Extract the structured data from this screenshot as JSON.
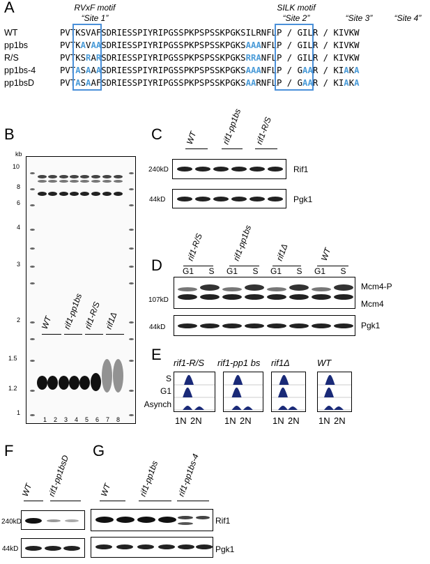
{
  "panels": {
    "A": "A",
    "B": "B",
    "C": "C",
    "D": "D",
    "E": "E",
    "F": "F",
    "G": "G"
  },
  "panelA": {
    "site1_motif": "RVxF motif",
    "site1_name": "“Site 1”",
    "site2_motif": "SILK motif",
    "site2_name": "“Site 2”",
    "site3_name": "“Site 3”",
    "site4_name": "“Site 4”",
    "rows": [
      {
        "name": "WT",
        "p1": "PVT",
        "s1": [
          [
            "K",
            0
          ],
          [
            "S",
            0
          ],
          [
            "V",
            0
          ],
          [
            "A",
            0
          ],
          [
            "F",
            0
          ],
          [
            "S",
            0
          ]
        ],
        "mid": "DRIESSPIYRIPGSSPKPSPSSKPGK",
        "s2": [
          [
            "S",
            0
          ],
          [
            "I",
            0
          ],
          [
            "L",
            0
          ],
          [
            "R",
            0
          ],
          [
            "N",
            0
          ],
          [
            "F",
            0
          ]
        ],
        "tail": "LP",
        "s3": [
          [
            "G",
            0
          ],
          [
            "I",
            0
          ],
          [
            "L",
            0
          ],
          [
            "R",
            0
          ]
        ],
        "s4": [
          [
            "K",
            0
          ],
          [
            "I",
            0
          ],
          [
            "V",
            0
          ],
          [
            "K",
            0
          ],
          [
            "W",
            0
          ]
        ]
      },
      {
        "name": "pp1bs",
        "p1": "PVT",
        "s1": [
          [
            "K",
            0
          ],
          [
            "A",
            1
          ],
          [
            "V",
            0
          ],
          [
            "A",
            1
          ],
          [
            "A",
            1
          ],
          [
            "S",
            0
          ]
        ],
        "mid": "DRIESSPIYRIPGSSPKPSPSSKPGK",
        "s2": [
          [
            "S",
            0
          ],
          [
            "A",
            1
          ],
          [
            "A",
            1
          ],
          [
            "A",
            1
          ],
          [
            "N",
            0
          ],
          [
            "F",
            0
          ]
        ],
        "tail": "LP",
        "s3": [
          [
            "G",
            0
          ],
          [
            "I",
            0
          ],
          [
            "L",
            0
          ],
          [
            "R",
            0
          ]
        ],
        "s4": [
          [
            "K",
            0
          ],
          [
            "I",
            0
          ],
          [
            "V",
            0
          ],
          [
            "K",
            0
          ],
          [
            "W",
            0
          ]
        ]
      },
      {
        "name": "R/S",
        "p1": "PVT",
        "s1": [
          [
            "K",
            0
          ],
          [
            "S",
            0
          ],
          [
            "R",
            1
          ],
          [
            "A",
            0
          ],
          [
            "R",
            1
          ],
          [
            "S",
            0
          ]
        ],
        "mid": "DRIESSPIYRIPGSSPKPSPSSKPGK",
        "s2": [
          [
            "S",
            0
          ],
          [
            "R",
            1
          ],
          [
            "R",
            1
          ],
          [
            "A",
            1
          ],
          [
            "N",
            0
          ],
          [
            "F",
            0
          ]
        ],
        "tail": "LP",
        "s3": [
          [
            "G",
            0
          ],
          [
            "I",
            0
          ],
          [
            "L",
            0
          ],
          [
            "R",
            0
          ]
        ],
        "s4": [
          [
            "K",
            0
          ],
          [
            "I",
            0
          ],
          [
            "V",
            0
          ],
          [
            "K",
            0
          ],
          [
            "W",
            0
          ]
        ]
      },
      {
        "name": "pp1bs-4",
        "p1": "PVT",
        "s1": [
          [
            "A",
            1
          ],
          [
            "S",
            0
          ],
          [
            "A",
            1
          ],
          [
            "A",
            0
          ],
          [
            "A",
            1
          ],
          [
            "S",
            0
          ]
        ],
        "mid": "DRIESSPIYRIPGSSPKPSPSSKPGK",
        "s2": [
          [
            "S",
            0
          ],
          [
            "A",
            1
          ],
          [
            "A",
            1
          ],
          [
            "A",
            1
          ],
          [
            "N",
            0
          ],
          [
            "F",
            0
          ]
        ],
        "tail": "LP",
        "s3": [
          [
            "G",
            0
          ],
          [
            "A",
            1
          ],
          [
            "A",
            1
          ],
          [
            "R",
            0
          ]
        ],
        "s4": [
          [
            "K",
            0
          ],
          [
            "I",
            0
          ],
          [
            "A",
            1
          ],
          [
            "K",
            0
          ],
          [
            "A",
            1
          ]
        ]
      },
      {
        "name": "pp1bsD",
        "p1": "PVT",
        "s1": [
          [
            "A",
            1
          ],
          [
            "S",
            0
          ],
          [
            "A",
            1
          ],
          [
            "A",
            0
          ],
          [
            "F",
            0
          ],
          [
            "S",
            0
          ]
        ],
        "mid": "DRIESSPIYRIPGSSPKPSPSSKPGK",
        "s2": [
          [
            "S",
            0
          ],
          [
            "A",
            1
          ],
          [
            "A",
            1
          ],
          [
            "R",
            0
          ],
          [
            "N",
            0
          ],
          [
            "F",
            0
          ]
        ],
        "tail": "LP",
        "s3": [
          [
            "G",
            0
          ],
          [
            "A",
            1
          ],
          [
            "A",
            1
          ],
          [
            "R",
            0
          ]
        ],
        "s4": [
          [
            "K",
            0
          ],
          [
            "I",
            0
          ],
          [
            "A",
            1
          ],
          [
            "K",
            0
          ],
          [
            "A",
            1
          ]
        ]
      }
    ]
  },
  "panelB": {
    "kb_unit": "kb",
    "kb_ticks": [
      "10",
      "8",
      "6",
      "4",
      "3",
      "2",
      "1.5",
      "1.2",
      "1"
    ],
    "groups": [
      "WT",
      "rif1-pp1bs",
      "rif1-R/S",
      "rif1Δ"
    ],
    "lanes": [
      "1",
      "2",
      "3",
      "4",
      "5",
      "6",
      "7",
      "8"
    ]
  },
  "panelC": {
    "groups": [
      "WT",
      "rif1-pp1bs",
      "rif1-R/S"
    ],
    "mw1": "240kD",
    "prot1": "Rif1",
    "mw2": "44kD",
    "prot2": "Pgk1"
  },
  "panelD": {
    "groups": [
      "rif1-R/S",
      "rif1-pp1bs",
      "rif1Δ",
      "WT"
    ],
    "phases": [
      "G1",
      "S",
      "G1",
      "S",
      "G1",
      "S",
      "G1",
      "S"
    ],
    "mw1": "107kD",
    "prot1a": "Mcm4-P",
    "prot1b": "Mcm4",
    "mw2": "44kD",
    "prot2": "Pgk1"
  },
  "panelE": {
    "strains": [
      "rif1-R/S",
      "rif1-pp1 bs",
      "rif1Δ",
      "WT"
    ],
    "rows": [
      "S",
      "G1",
      "Asynch"
    ],
    "xlabels": [
      "1N",
      "2N"
    ]
  },
  "panelF": {
    "groups": [
      "WT",
      "rif1-pp1bsD"
    ],
    "mw1": "240kD",
    "mw2": "44kD"
  },
  "panelG": {
    "groups": [
      "WT",
      "rif1-pp1bs",
      "rif1-pp1bs-4"
    ],
    "prot1": "Rif1",
    "prot2": "Pgk1"
  },
  "colors": {
    "mutation": "#4a9bd8",
    "box": "#4a90d9",
    "flow": "#1a2a78"
  }
}
